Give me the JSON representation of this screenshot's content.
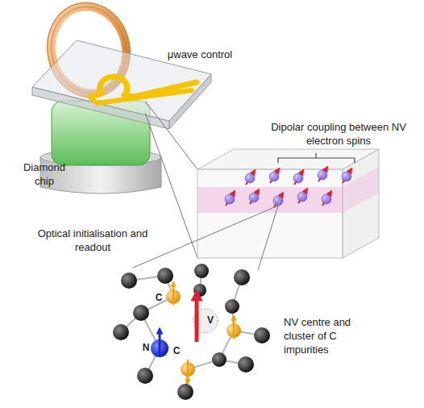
{
  "diagram": {
    "labels": [
      "μwave control",
      "Dipolar coupling between NV electron spins",
      "Diamond chip",
      "Optical initialisation and readout",
      "C",
      "V",
      "NV centre and cluster of C impurities",
      "N",
      "C"
    ]
  }
}
